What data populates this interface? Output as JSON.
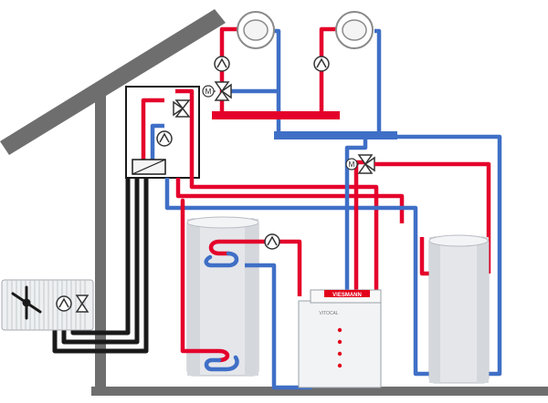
{
  "colors": {
    "background": "#ffffff",
    "house_outline": "#6e6e6e",
    "supply_pipe": "#e4002b",
    "return_pipe": "#3f6fc6",
    "glycol_pipe": "#1a1a1a",
    "tank_body": "#e4e6ea",
    "tank_shade": "#c9cdd3",
    "boiler_body": "#f2f3f5",
    "brand_red": "#e2001a",
    "dot_red": "#e2001a"
  },
  "icons": {
    "radiator": "radiator-icon",
    "pump": "pump-icon",
    "mixing_valve": "mixing-valve-icon",
    "heat_exchanger": "heat-exchanger-icon",
    "outdoor_unit": "outdoor-heat-pump-icon",
    "fan": "fan-icon"
  },
  "labels": {
    "motor_1": "M",
    "motor_2": "M",
    "brand_logo": "VIESMANN",
    "boiler_model": "VITOCAL"
  }
}
